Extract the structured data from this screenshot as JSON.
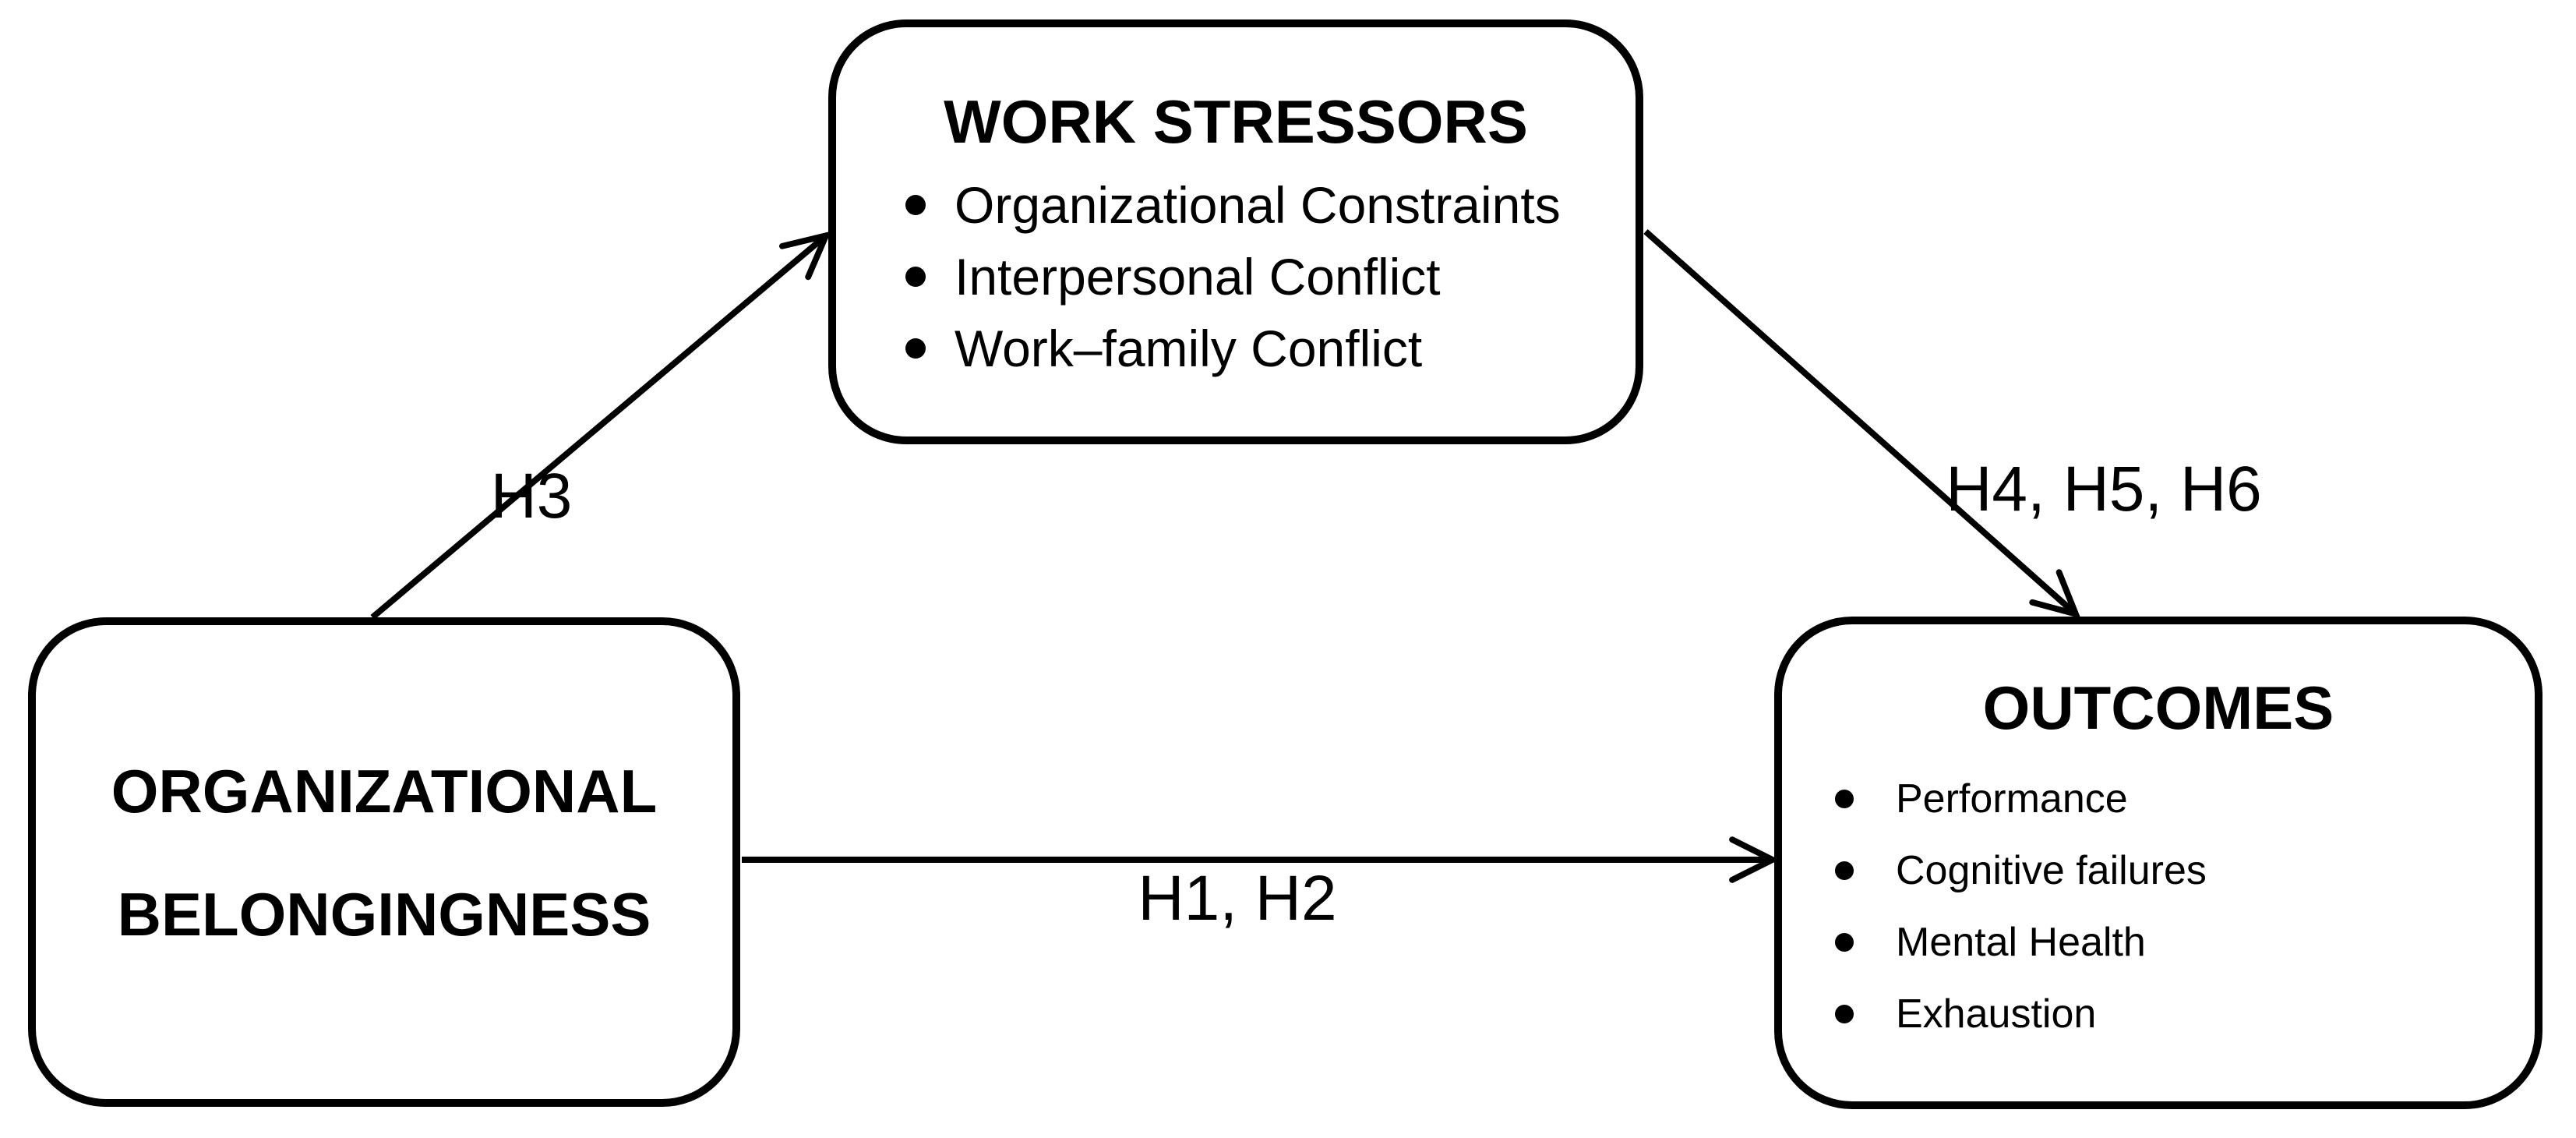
{
  "figure": {
    "background_color": "#ffffff",
    "line_color": "#000000",
    "left_box": {
      "title_line1": "ORGANIZATIONAL",
      "title_line2": "BELONGINGNESS"
    },
    "top_box": {
      "title": "WORK STRESSORS",
      "items": [
        "Organizational Constraints",
        "Interpersonal Conflict",
        "Work–family Conflict"
      ]
    },
    "right_box": {
      "title": "OUTCOMES",
      "items": [
        "Performance",
        "Cognitive failures",
        "Mental Health",
        "Exhaustion"
      ]
    },
    "arrow_labels": {
      "h3": "H3",
      "h4_h5_h6": "H4, H5, H6",
      "h1_h2": "H1, H2"
    }
  }
}
